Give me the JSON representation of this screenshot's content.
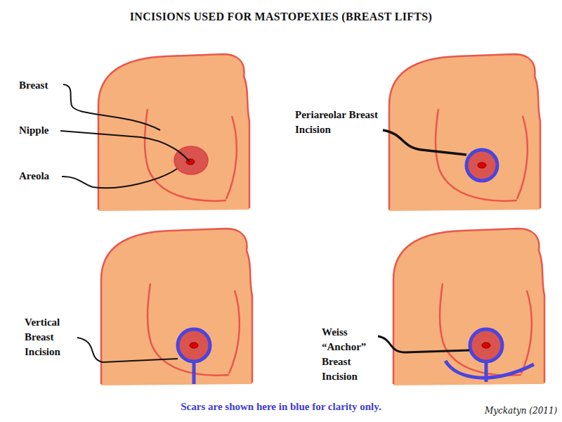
{
  "diagram": {
    "title": "INCISIONS USED FOR MASTOPEXIES (BREAST LIFTS)",
    "caption": "Scars are shown here in blue for clarity only.",
    "labels": [
      "Breast",
      "Nipple",
      "Areola",
      "Periareolar Breast Incision",
      "Vertical Breast Incision",
      "Weiss “Anchor” Breast Incision",
      "Myckatyn (2011)"
    ]
  }
}
